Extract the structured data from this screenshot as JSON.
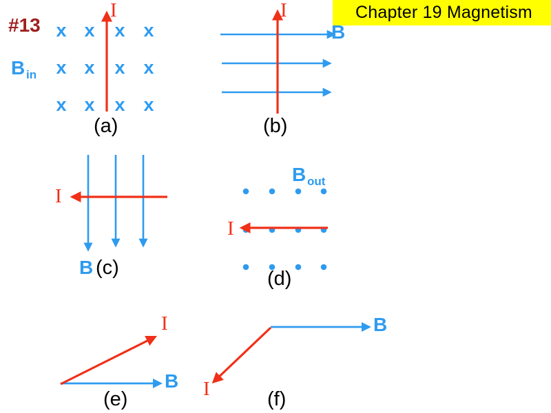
{
  "slide": {
    "background_color": "#ffffff",
    "problem_number": "#13",
    "problem_number_color": "#a02020"
  },
  "title": {
    "text": "Chapter 19 Magnetism",
    "highlight_color": "#ffff00",
    "text_color": "#000000"
  },
  "colors": {
    "field_blue": "#2e9bf0",
    "current_red": "#f03018",
    "label_black": "#000000"
  },
  "panels": [
    {
      "id": "a",
      "label": "(a)",
      "field_label": "B",
      "field_sublabel": "in",
      "field_representation": "x-grid-into-page",
      "field_direction": "into page",
      "current_label": "I",
      "current_direction": "up",
      "grid_columns": 4,
      "grid_rows": 3,
      "marks": [
        "x",
        "x",
        "x",
        "x",
        "x",
        "x",
        "x",
        "x",
        "x",
        "x",
        "x",
        "x"
      ]
    },
    {
      "id": "b",
      "label": "(b)",
      "field_label": "B",
      "field_representation": "horizontal-arrows",
      "field_direction": "right",
      "field_arrow_count": 3,
      "current_label": "I",
      "current_direction": "up"
    },
    {
      "id": "c",
      "label": "(c)",
      "field_label": "B",
      "field_representation": "vertical-arrows",
      "field_direction": "down",
      "field_arrow_count": 3,
      "current_label": "I",
      "current_direction": "left"
    },
    {
      "id": "d",
      "label": "(d)",
      "field_label": "B",
      "field_sublabel": "out",
      "field_representation": "dot-grid-out-of-page",
      "field_direction": "out of page",
      "grid_columns": 4,
      "grid_rows": 3,
      "current_label": "I",
      "current_direction": "left"
    },
    {
      "id": "e",
      "label": "(e)",
      "field_label": "B",
      "field_representation": "single-arrow",
      "field_direction": "right",
      "current_label": "I",
      "current_direction": "up-right"
    },
    {
      "id": "f",
      "label": "(f)",
      "field_label": "B",
      "field_representation": "single-arrow",
      "field_direction": "right",
      "current_label": "I",
      "current_direction": "down-left"
    }
  ]
}
